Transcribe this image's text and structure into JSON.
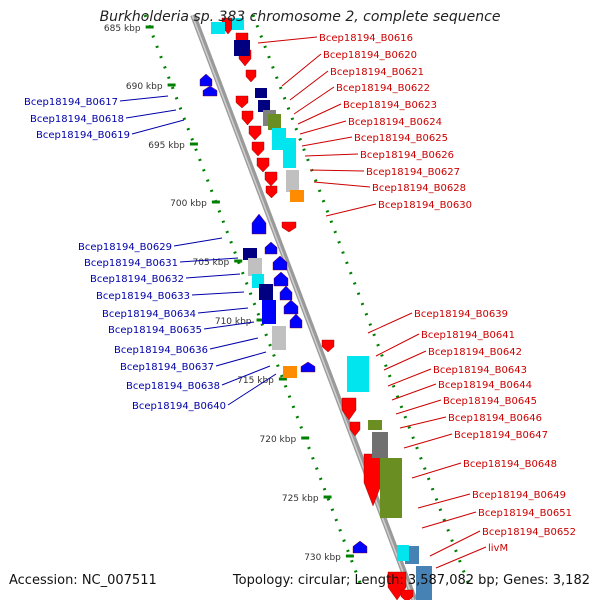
{
  "title": "Burkholderia sp. 383 chromosome 2, complete sequence",
  "footer": {
    "accession": "Accession: NC_007511",
    "summary": "Topology: circular; Length: 3,587,082 bp; Genes: 3,182"
  },
  "colors": {
    "forward_label": "#cc0000",
    "reverse_label": "#0000aa",
    "forward_gene": "#ff0000",
    "reverse_gene": "#0000ff",
    "tick": "#008000",
    "axis": "#888888"
  },
  "ruler_ticks": [
    "685 kbp",
    "690 kbp",
    "695 kbp",
    "700 kbp",
    "705 kbp",
    "710 kbp",
    "715 kbp",
    "720 kbp",
    "725 kbp",
    "730 kbp"
  ],
  "forward_labels": [
    "Bcep18194_B0616",
    "Bcep18194_B0620",
    "Bcep18194_B0621",
    "Bcep18194_B0622",
    "Bcep18194_B0623",
    "Bcep18194_B0624",
    "Bcep18194_B0625",
    "Bcep18194_B0626",
    "Bcep18194_B0627",
    "Bcep18194_B0628",
    "Bcep18194_B0630",
    "Bcep18194_B0639",
    "Bcep18194_B0641",
    "Bcep18194_B0642",
    "Bcep18194_B0643",
    "Bcep18194_B0644",
    "Bcep18194_B0645",
    "Bcep18194_B0646",
    "Bcep18194_B0647",
    "Bcep18194_B0648",
    "Bcep18194_B0649",
    "Bcep18194_B0651",
    "Bcep18194_B0652",
    "livM"
  ],
  "reverse_labels": [
    "Bcep18194_B0617",
    "Bcep18194_B0618",
    "Bcep18194_B0619",
    "Bcep18194_B0629",
    "Bcep18194_B0631",
    "Bcep18194_B0632",
    "Bcep18194_B0633",
    "Bcep18194_B0634",
    "Bcep18194_B0635",
    "Bcep18194_B0636",
    "Bcep18194_B0637",
    "Bcep18194_B0638",
    "Bcep18194_B0640"
  ]
}
